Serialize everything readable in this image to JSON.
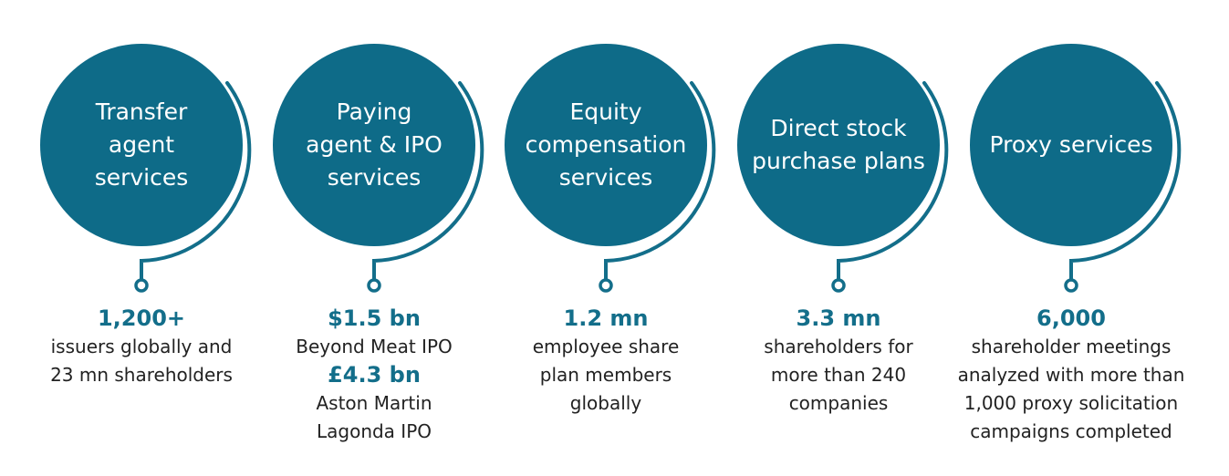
{
  "colors": {
    "circle_fill": "#0e6b88",
    "arc_stroke": "#136e8a",
    "value_text": "#136e8a",
    "body_text": "#222222"
  },
  "services": [
    {
      "title": "Transfer\nagent\nservices",
      "stats": [
        {
          "value": "1,200+",
          "description": "issuers globally and\n23 mn shareholders"
        }
      ]
    },
    {
      "title": "Paying\nagent & IPO\nservices",
      "stats": [
        {
          "value": "$1.5 bn",
          "description": "Beyond Meat IPO"
        },
        {
          "value": "£4.3 bn",
          "description": "Aston Martin\nLagonda IPO"
        }
      ]
    },
    {
      "title": "Equity\ncompensation\nservices",
      "stats": [
        {
          "value": "1.2 mn",
          "description": "employee share\nplan members\nglobally"
        }
      ]
    },
    {
      "title": "Direct stock\npurchase plans",
      "stats": [
        {
          "value": "3.3 mn",
          "description": "shareholders for\nmore than 240\ncompanies"
        }
      ]
    },
    {
      "title": "Proxy services",
      "stats": [
        {
          "value": "6,000",
          "description": "shareholder meetings\nanalyzed with more than\n1,000 proxy solicitation\ncampaigns completed"
        }
      ]
    }
  ]
}
